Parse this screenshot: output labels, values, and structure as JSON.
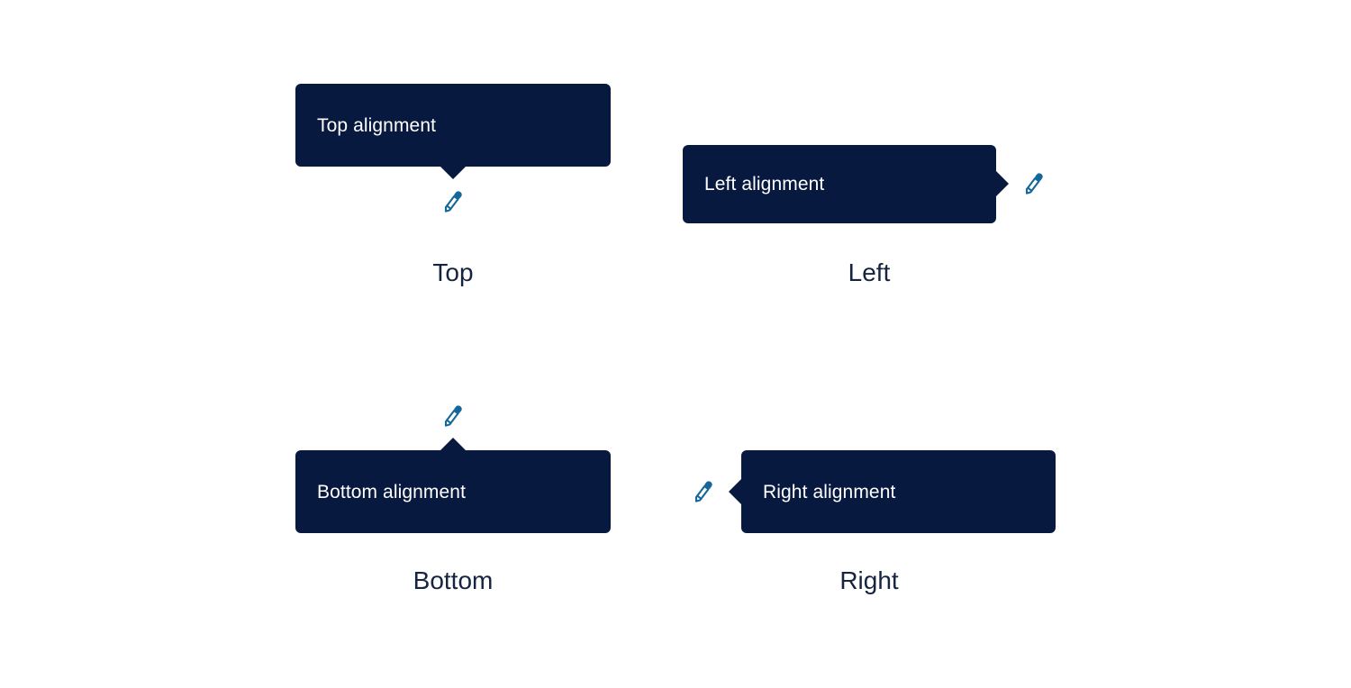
{
  "page": {
    "background_color": "#ffffff",
    "tooltip_background_color": "#08193f",
    "tooltip_text_color": "#ffffff",
    "icon_color": "#14679b",
    "caption_color": "#16243f"
  },
  "demos": [
    {
      "id": "top",
      "tooltip_text": "Top alignment",
      "caption": "Top",
      "placement": "top",
      "icon": "pencil-icon"
    },
    {
      "id": "left",
      "tooltip_text": "Left alignment",
      "caption": "Left",
      "placement": "left",
      "icon": "pencil-icon"
    },
    {
      "id": "bottom",
      "tooltip_text": "Bottom alignment",
      "caption": "Bottom",
      "placement": "bottom",
      "icon": "pencil-icon"
    },
    {
      "id": "right",
      "tooltip_text": "Right alignment",
      "caption": "Right",
      "placement": "right",
      "icon": "pencil-icon"
    }
  ]
}
